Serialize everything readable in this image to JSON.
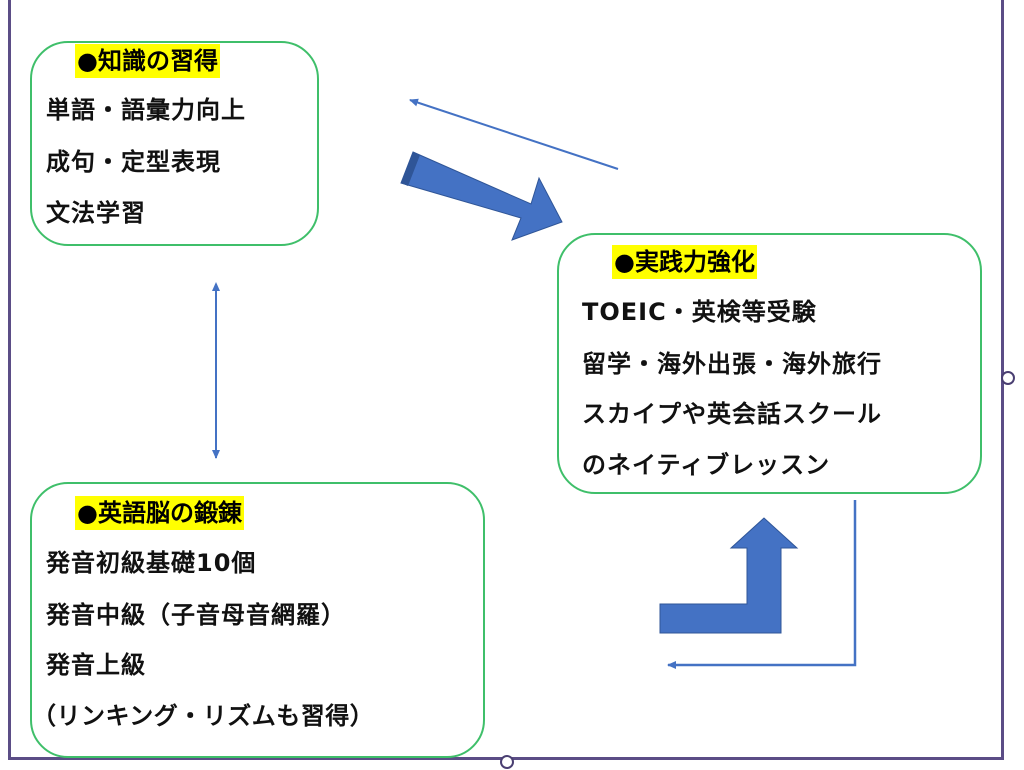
{
  "diagram": {
    "colors": {
      "box_border": "#3fbf6a",
      "header_highlight": "#ffff00",
      "arrow_fill": "#4472c4",
      "frame_border": "#5b4d86"
    },
    "boxes": [
      {
        "id": "knowledge",
        "header": "●知識の習得",
        "lines": [
          "単語・語彙力向上",
          "成句・定型表現",
          "文法学習"
        ]
      },
      {
        "id": "practice",
        "header": "●実践力強化",
        "lines": [
          "TOEIC・英検等受験",
          "留学・海外出張・海外旅行",
          "スカイプや英会話スクール",
          "のネイティブレッスン"
        ]
      },
      {
        "id": "english-brain",
        "header": "●英語脳の鍛錬",
        "lines": [
          "発音初級基礎10個",
          "発音中級（子音母音網羅）",
          "発音上級",
          "（リンキング・リズムも習得）"
        ]
      }
    ],
    "connectors": [
      {
        "from": "knowledge",
        "to": "practice",
        "style": "block-arrow"
      },
      {
        "from": "practice",
        "to": "knowledge",
        "style": "thin-arrow"
      },
      {
        "from": "knowledge",
        "to": "english-brain",
        "style": "double-headed-thin-arrow"
      },
      {
        "from": "english-brain",
        "to": "practice",
        "style": "bent-block-arrow"
      },
      {
        "from": "practice",
        "to": "english-brain",
        "style": "elbow-thin-arrow"
      }
    ]
  }
}
